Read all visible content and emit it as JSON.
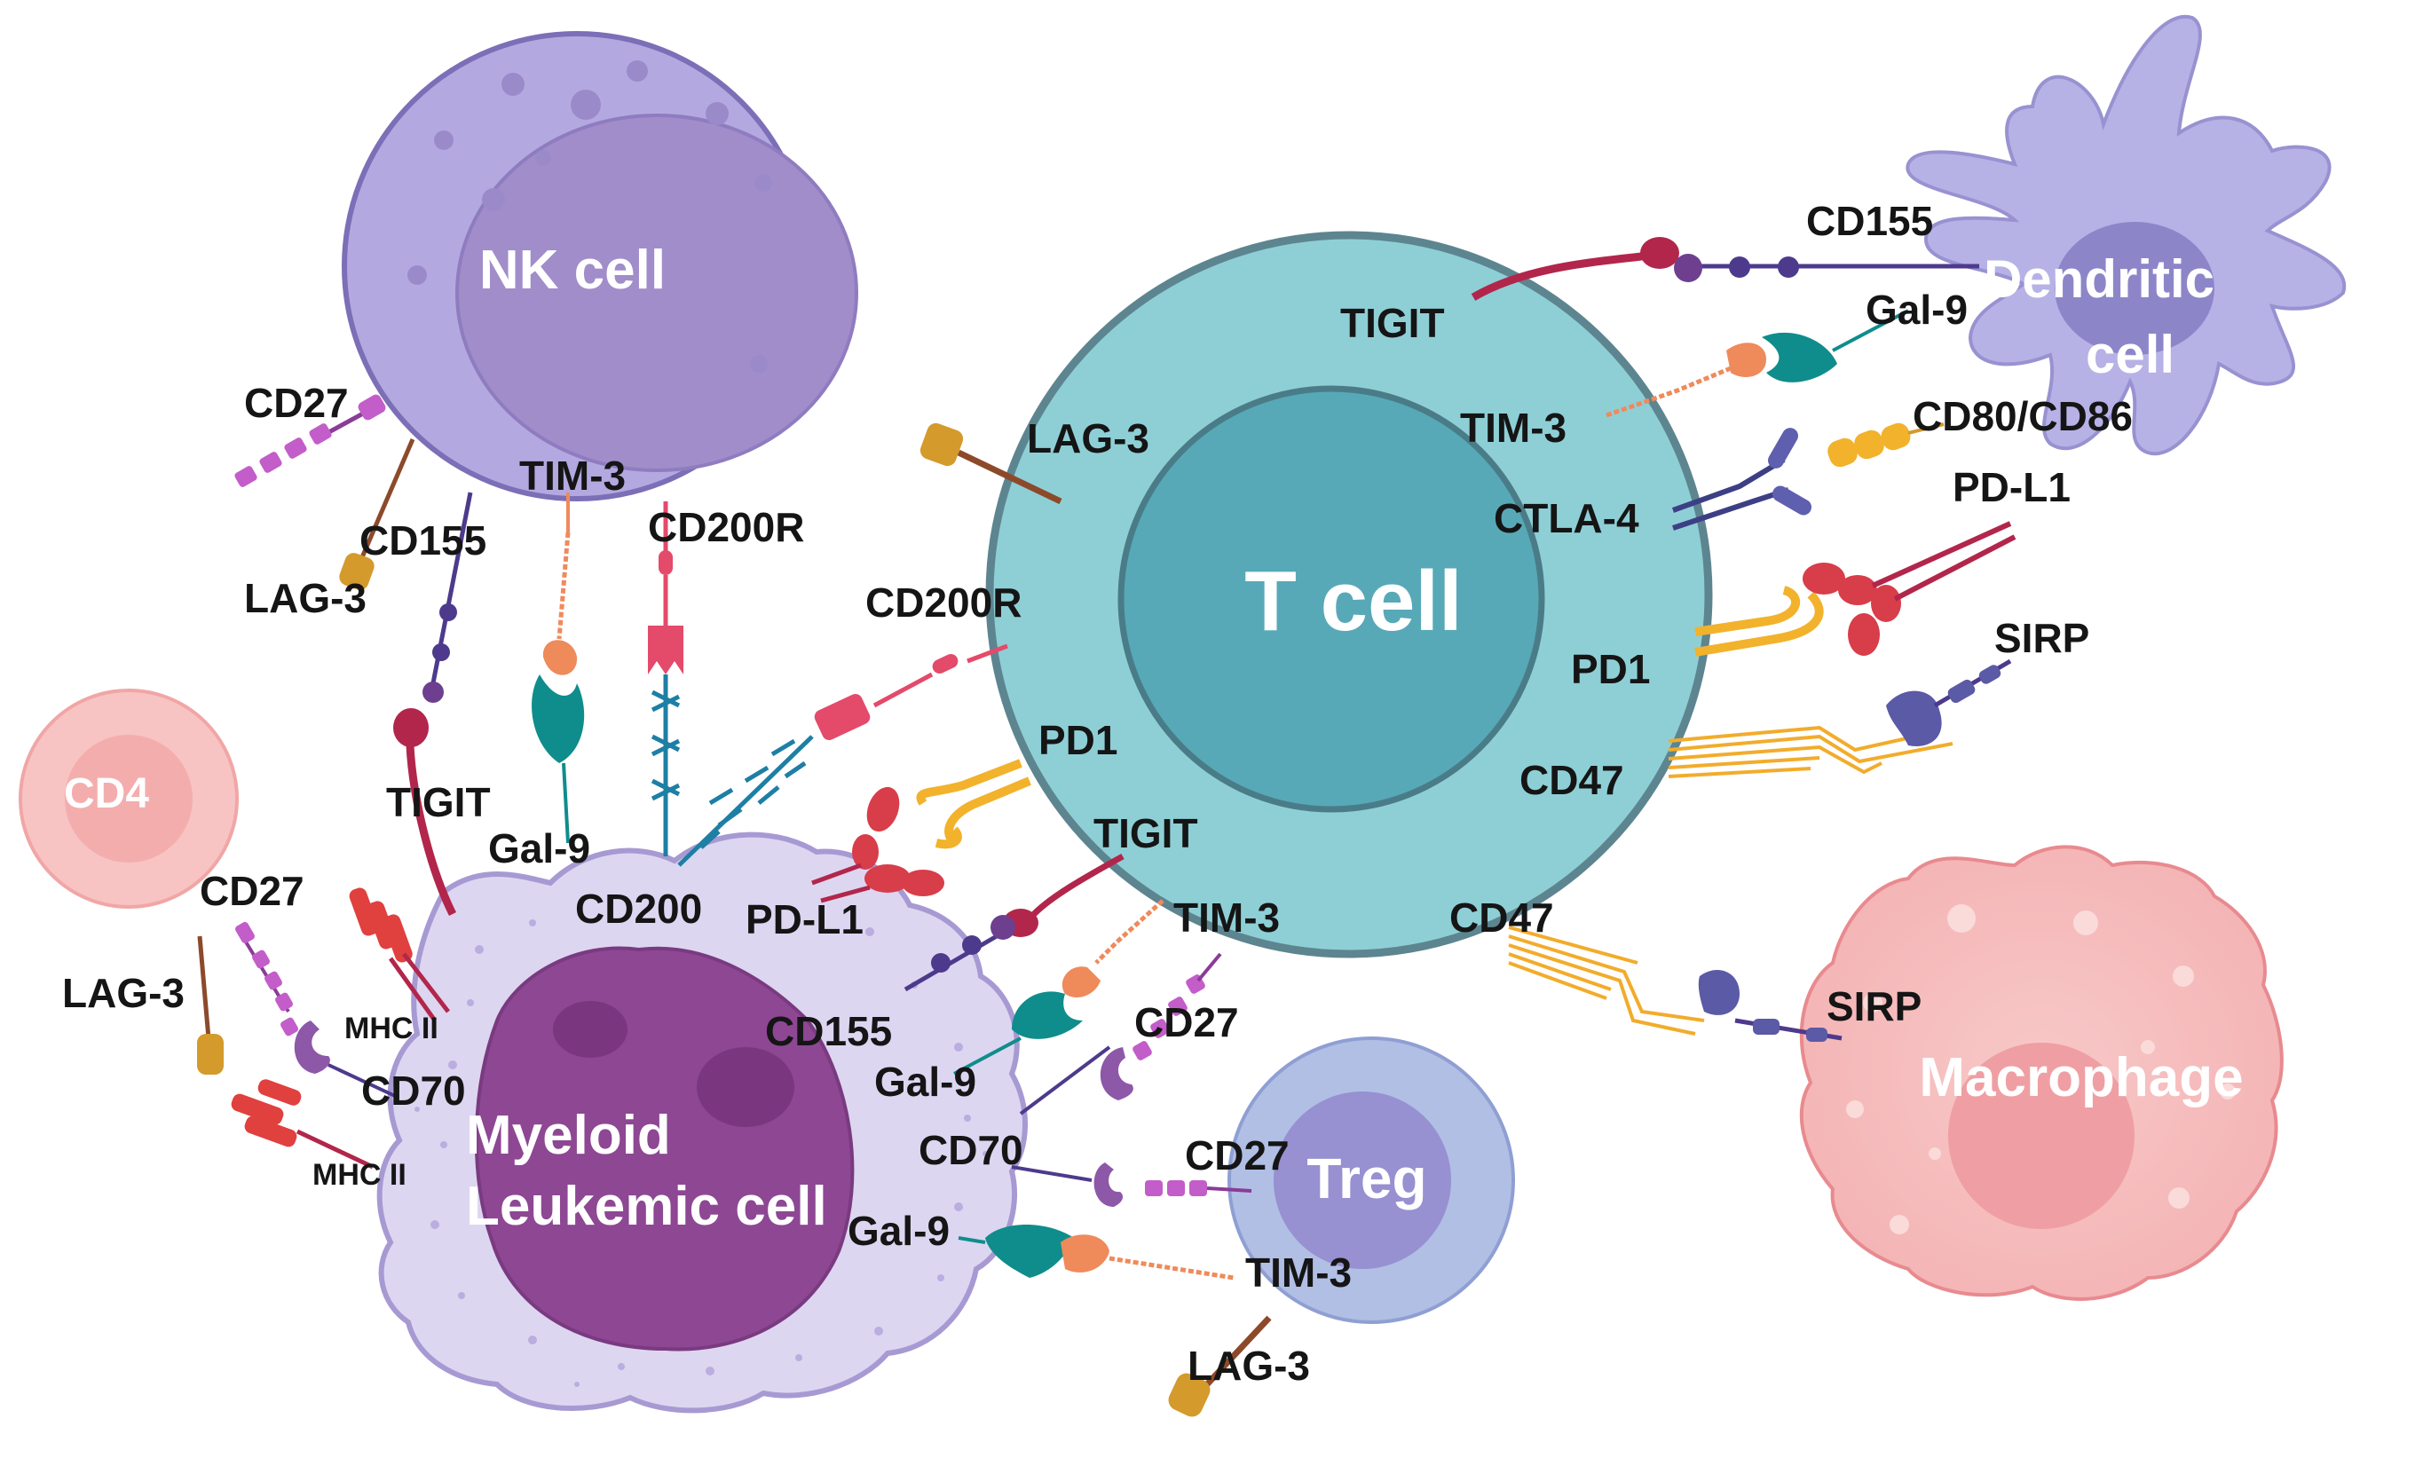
{
  "cells": {
    "nk": "NK cell",
    "t": "T cell",
    "dc_line1": "Dendritic",
    "dc_line2": "cell",
    "cd4": "CD4",
    "myeloid_line1": "Myeloid",
    "myeloid_line2": "Leukemic cell",
    "treg": "Treg",
    "macrophage": "Macrophage"
  },
  "labels": {
    "nk_cd27": "CD27",
    "nk_tim3": "TIM-3",
    "nk_cd155": "CD155",
    "nk_lag3": "LAG-3",
    "nk_cd200r": "CD200R",
    "nk_tigit": "TIGIT",
    "nk_gal9": "Gal-9",
    "t_lag3": "LAG-3",
    "t_tigit_top": "TIGIT",
    "t_tim3_right": "TIM-3",
    "t_ctla4": "CTLA-4",
    "t_pd1_right": "PD1",
    "t_cd47_right": "CD47",
    "t_cd200r": "CD200R",
    "t_pd1_left": "PD1",
    "t_tigit_bottom": "TIGIT",
    "t_tim3_bottom": "TIM-3",
    "t_cd47_bottom": "CD47",
    "dc_cd155": "CD155",
    "dc_gal9": "Gal-9",
    "dc_cd80": "CD80/CD86",
    "dc_pdl1": "PD-L1",
    "dc_sirp": "SIRP",
    "mac_sirp": "SIRP",
    "my_cd200": "CD200",
    "my_pdl1": "PD-L1",
    "my_cd155": "CD155",
    "my_gal9_mid": "Gal-9",
    "my_cd27_right": "CD27",
    "my_cd70_right": "CD70",
    "my_gal9_low": "Gal-9",
    "my_cd70_left": "CD70",
    "cd4_cd27": "CD27",
    "cd4_lag3": "LAG-3",
    "mhc2_top": "MHC II",
    "mhc2_bottom": "MHC II",
    "treg_cd27": "CD27",
    "treg_tim3": "TIM-3",
    "treg_lag3": "LAG-3"
  },
  "colors": {
    "nk_cell": "#b3a9e0",
    "nk_nucleus": "#a08dc9",
    "t_cell": "#8ecfd6",
    "t_nucleus": "#57a9b7",
    "dendritic_cell": "#b6b2e6",
    "cd4_cell": "#f8c3c3",
    "myeloid_cell": "#ddd6f1",
    "myeloid_nucleus": "#8d4793",
    "treg_cell": "#b1bfe5",
    "treg_nucleus": "#9790d1",
    "macrophage": "#f6c0c0",
    "macrophage_nucleus": "#ef9fa3",
    "gal9": "#0f8d8c",
    "tim3": "#ef8a5b",
    "tigit": "#b2264b",
    "cd155": "#4d3a8c",
    "lag3": "#d49a2b",
    "cd200r": "#e44a6a",
    "cd27": "#c35dc9",
    "pd1": "#f2b22b",
    "pdl1": "#d83d4a",
    "ctla4": "#4a4c96",
    "mhc2": "#e0403e",
    "sirp": "#5a5aa7",
    "cd47": "#f2ac2b"
  }
}
